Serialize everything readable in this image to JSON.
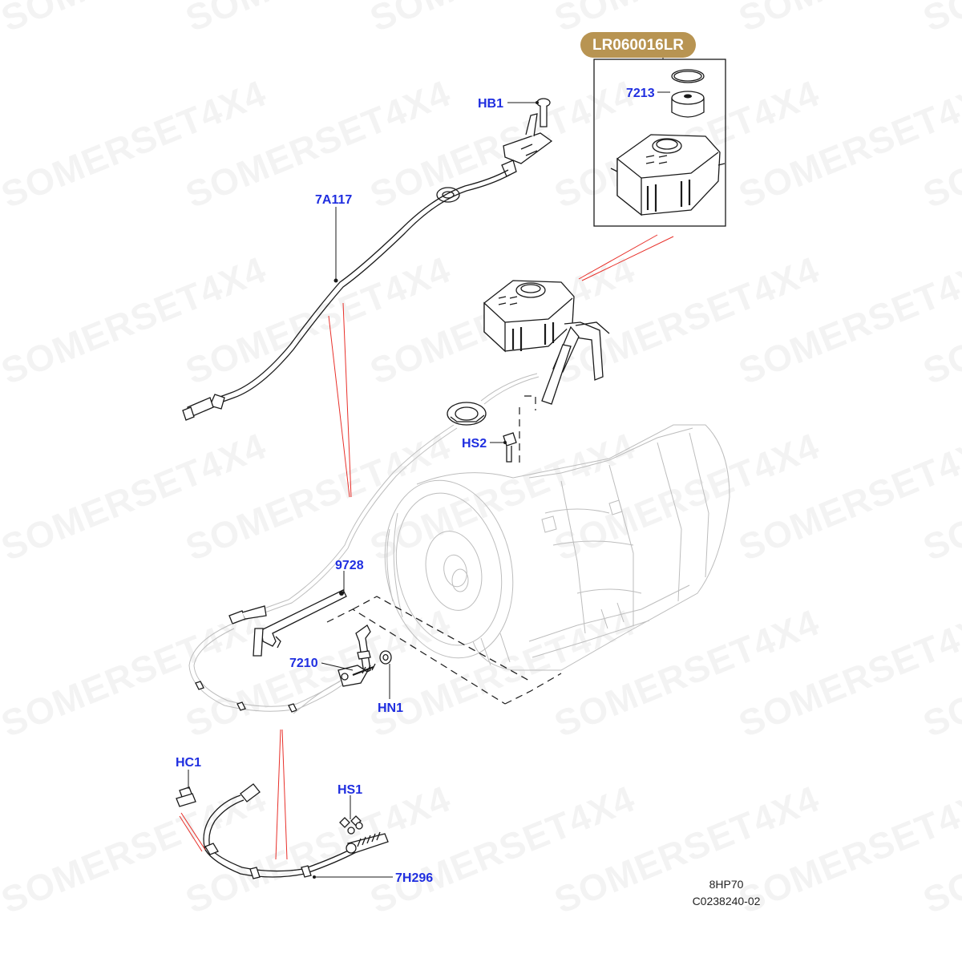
{
  "diagram": {
    "part_badge": "LR060016LR",
    "callouts": {
      "hb1": "HB1",
      "a7a117": "7A117",
      "p7213": "7213",
      "hs2": "HS2",
      "p9728": "9728",
      "p7210": "7210",
      "hn1": "HN1",
      "hc1": "HC1",
      "hs1": "HS1",
      "h7h296": "7H296"
    },
    "model": "8HP70",
    "drawing_code": "C0238240-02",
    "watermark": "SOMERSET4X4"
  },
  "colors": {
    "callout_text": "#1f2ee0",
    "badge_fill": "#b89452",
    "red_leader": "#e8302a",
    "line": "#1a1a1a",
    "watermark": "#000000"
  }
}
